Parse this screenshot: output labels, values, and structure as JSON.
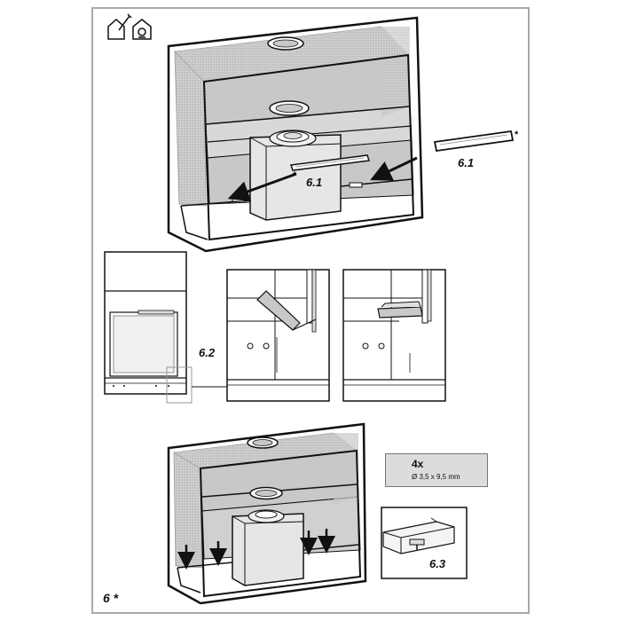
{
  "labels": {
    "step_6_1_left": "6.1",
    "step_6_1_right": "6.1",
    "step_6_2": "6.2",
    "step_6_3": "6.3",
    "figure_number": "6 *",
    "asterisk": "*"
  },
  "screw_info": {
    "quantity": "4x",
    "size": "Ø 3,5 x 9,5 mm"
  },
  "icons": [
    "house-edit-icon",
    "house-hood-icon",
    "screw-icon"
  ],
  "colors": {
    "line": "#111111",
    "panel_gray": "#c8c8c8",
    "dotted_gray": "#b8b8b8",
    "frame_border": "#a9a9a9"
  }
}
